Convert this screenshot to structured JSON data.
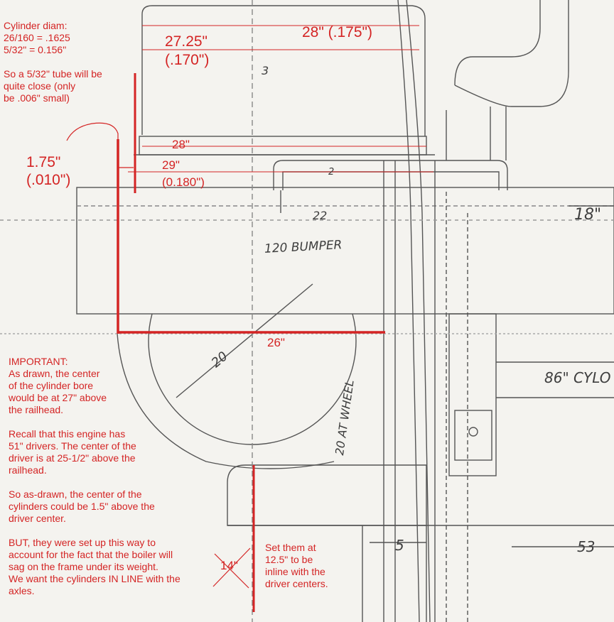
{
  "annotations": {
    "cylinder_note": "Cylinder diam:\n26/160 = .1625\n5/32\" = 0.156\"\n\nSo a 5/32\" tube will be\nquite close (only\nbe .006\" small)",
    "important_note": "IMPORTANT:\nAs drawn, the center\nof the cylinder bore\nwould be at 27\" above\nthe railhead.\n\nRecall that this engine has\n51\" drivers.  The center of the\ndriver is at 25-1/2\" above the\nrailhead.\n\nSo as-drawn, the center of the\ncylinders could be 1.5\" above the\ndriver center.\n\nBUT, they were set up this way to\naccount for the fact that the boiler will\nsag on the frame under its weight.\nWe want the cylinders IN LINE with the\naxles.",
    "set_note": "Set them at\n12.5\" to be\ninline with the\ndriver centers."
  },
  "red_dims": {
    "d1": "28\" (.175\")",
    "d2a": "27.25\"",
    "d2b": "(.170\")",
    "d3": "28\"",
    "d4a": "29\"",
    "d4b": "(0.180\")",
    "d5a": "1.75\"",
    "d5b": "(.010\")",
    "d6": "26\"",
    "d7": "14\""
  },
  "pencil_labels": {
    "bumper": "120 BUMPER",
    "d22": "22",
    "d18": "18\"",
    "d20": "20",
    "d86": "86\" CYLO",
    "wheel": "20 AT WHEEL",
    "d5": "5",
    "d53": "53",
    "d3": "3",
    "d2": "2"
  }
}
